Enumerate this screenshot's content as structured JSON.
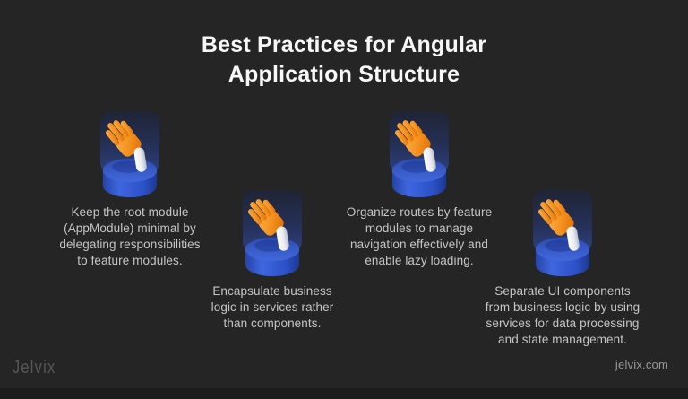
{
  "title": {
    "lines": [
      "Best Practices for Angular",
      "Application Structure"
    ]
  },
  "items": [
    {
      "icon": "high-five-podium-icon",
      "lines": [
        "Keep the root module",
        "(AppModule) minimal by",
        "delegating responsibilities",
        "to feature modules."
      ]
    },
    {
      "icon": "high-five-podium-icon",
      "lines": [
        "Encapsulate business",
        "logic in services rather",
        "than components."
      ]
    },
    {
      "icon": "high-five-podium-icon",
      "lines": [
        "Organize routes by feature",
        "modules to manage",
        "navigation effectively and",
        "enable lazy loading."
      ]
    },
    {
      "icon": "high-five-podium-icon",
      "lines": [
        "Separate UI components",
        "from business logic by using",
        "services for data processing",
        "and state management."
      ]
    }
  ],
  "footer": {
    "logo_text": "Jelvix",
    "website": "jelvix.com"
  },
  "colors": {
    "background": "#252525",
    "bottom_strip": "#1d1d1d",
    "title_text": "#f7f7f7",
    "body_text": "#c5c5c5",
    "glow_navy_top": "#1f2435",
    "glow_navy_bottom": "#2e4180",
    "podium_blue_top": "#4268dd",
    "podium_blue_side": "#2c51c8",
    "hand_orange": "#f4921f",
    "pill_white": "#e9ebf0",
    "logo_gray": "#565656",
    "website_gray": "#979797"
  }
}
